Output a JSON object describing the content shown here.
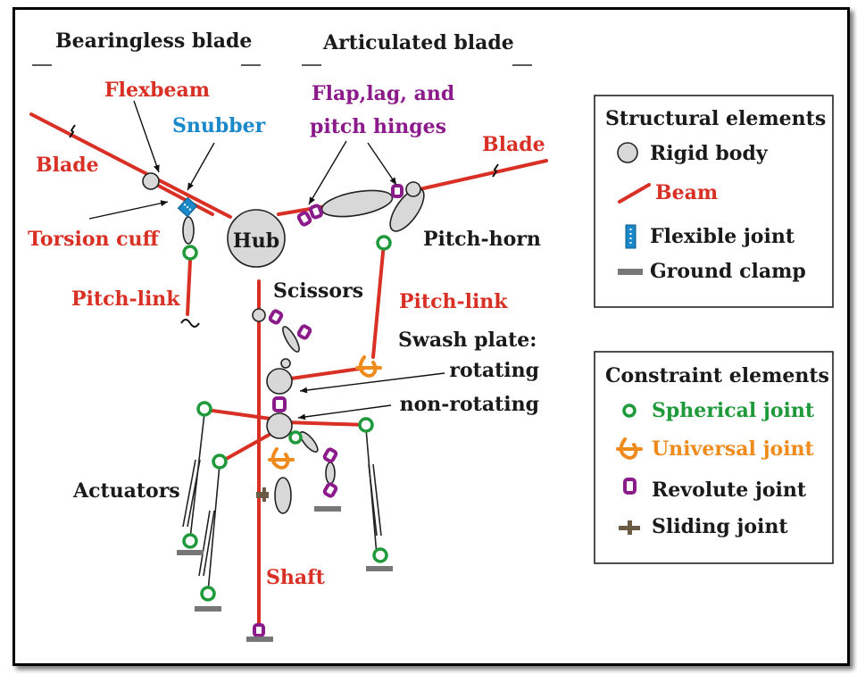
{
  "colors": {
    "beam": "#d93025",
    "rigid_body": "#d8d8d8",
    "flexible_joint": "#1a88c9",
    "ground_clamp": "#777777",
    "spherical_joint": "#1f9a3a",
    "universal_joint": "#ef8a1c",
    "revolute_joint": "#8b1a8b",
    "sliding_joint": "#6b5a44"
  },
  "headers": {
    "bearingless": "Bearingless blade",
    "articulated": "Articulated blade"
  },
  "labels": {
    "flexbeam": "Flexbeam",
    "snubber": "Snubber",
    "blade_left": "Blade",
    "blade_right": "Blade",
    "torsion_cuff": "Torsion cuff",
    "pitch_link_left": "Pitch-link",
    "pitch_link_right": "Pitch-link",
    "hub": "Hub",
    "hinges_line1": "Flap,lag, and",
    "hinges_line2": "pitch hinges",
    "pitch_horn": "Pitch-horn",
    "scissors": "Scissors",
    "swash_plate": "Swash plate:",
    "rotating": "rotating",
    "non_rotating": "non-rotating",
    "actuators": "Actuators",
    "shaft": "Shaft"
  },
  "legend_structural": {
    "title": "Structural elements",
    "items": [
      {
        "label": "Rigid body",
        "icon": "rigid-body-icon"
      },
      {
        "label": "Beam",
        "icon": "beam-icon"
      },
      {
        "label": "Flexible joint",
        "icon": "flexible-joint-icon"
      },
      {
        "label": "Ground clamp",
        "icon": "ground-clamp-icon"
      }
    ]
  },
  "legend_constraint": {
    "title": "Constraint elements",
    "items": [
      {
        "label": "Spherical joint",
        "icon": "spherical-joint-icon"
      },
      {
        "label": "Universal joint",
        "icon": "universal-joint-icon"
      },
      {
        "label": "Revolute joint",
        "icon": "revolute-joint-icon"
      },
      {
        "label": "Sliding joint",
        "icon": "sliding-joint-icon"
      }
    ]
  }
}
